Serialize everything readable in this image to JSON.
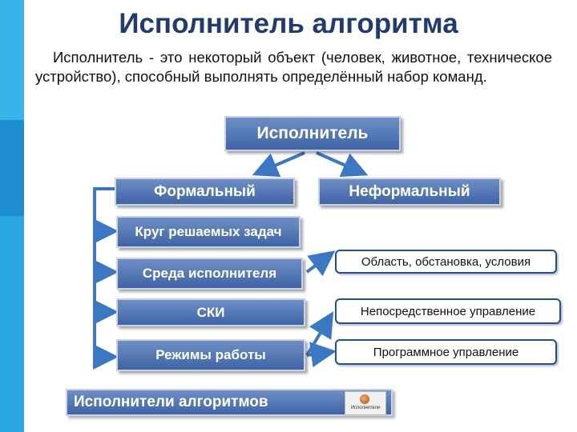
{
  "title": "Исполнитель алгоритма",
  "description": "Исполнитель - это некоторый объект (человек, животное, техническое устройство), способный выполнять определённый набор команд.",
  "diagram": {
    "root": "Исполнитель",
    "formal": "Формальный",
    "informal": "Неформальный",
    "properties": [
      "Круг решаемых задач",
      "Среда исполнителя",
      "СКИ",
      "Режимы работы"
    ],
    "environment_note": "Область, обстановка, условия",
    "modes": [
      "Непосредственное управление",
      "Программное управление"
    ]
  },
  "footer": {
    "label": "Исполнители алгоритмов",
    "thumb_caption": "Исполнители"
  },
  "colors": {
    "sidebar": "#2aa6e0",
    "box_fill": "#4f74b4",
    "connector": "#3b78c4",
    "title": "#1f3b70"
  }
}
